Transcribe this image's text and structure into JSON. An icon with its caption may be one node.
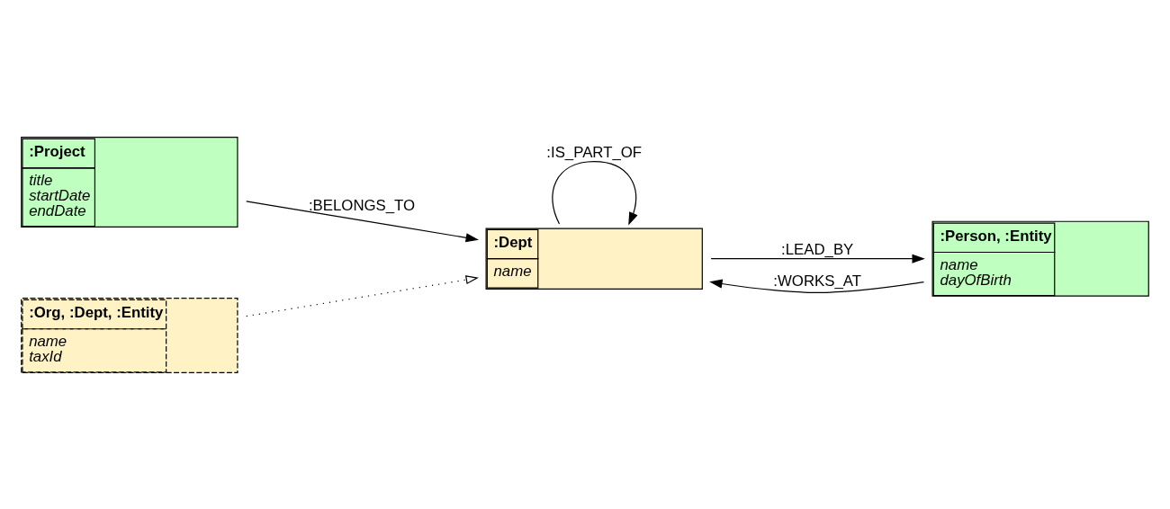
{
  "diagram": {
    "nodes": [
      {
        "text": [
          ":Project",
          "title",
          "startDate",
          "endDate"
        ]
      },
      {
        "text": [
          ":Dept",
          "name"
        ]
      },
      {
        "text": [
          ":Person, :Entity",
          "name",
          "dayOfBirth"
        ]
      },
      {
        "text": [
          ":Org, :Dept, :Entity",
          "name",
          "taxId"
        ]
      }
    ],
    "edges": [
      {
        "from": 0,
        "to": 1,
        "arrow": "to",
        "label": ":BELONGS_TO"
      },
      {
        "from": 1,
        "to": 1,
        "arrow": "to",
        "label": ":IS_PART_OF"
      },
      {
        "from": 1,
        "to": 2,
        "arrow": "to",
        "label": ":LEAD_BY"
      },
      {
        "from": 2,
        "to": 1,
        "arrow": "to",
        "label": ":WORKS_AT"
      },
      {
        "from": 3,
        "to": 1,
        "arrow": "to",
        "style": "dashed"
      }
    ]
  }
}
